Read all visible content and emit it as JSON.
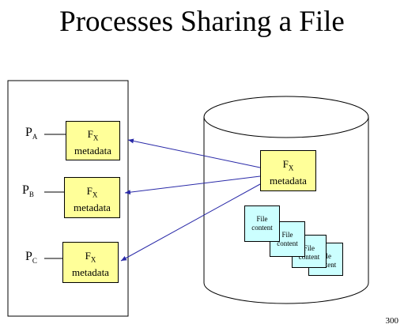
{
  "title": "Processes Sharing a File",
  "page_number": "300",
  "processes": [
    {
      "main": "P",
      "sub": "A"
    },
    {
      "main": "P",
      "sub": "B"
    },
    {
      "main": "P",
      "sub": "C"
    }
  ],
  "metadata_box": {
    "fx_main": "F",
    "fx_sub": "X",
    "label": "metadata"
  },
  "content_box": {
    "label_line1": "File",
    "label_line2": "content"
  },
  "colors": {
    "metadata_fill": "#ffff99",
    "content_fill": "#ccffff",
    "arrow": "#2a2aa8"
  }
}
